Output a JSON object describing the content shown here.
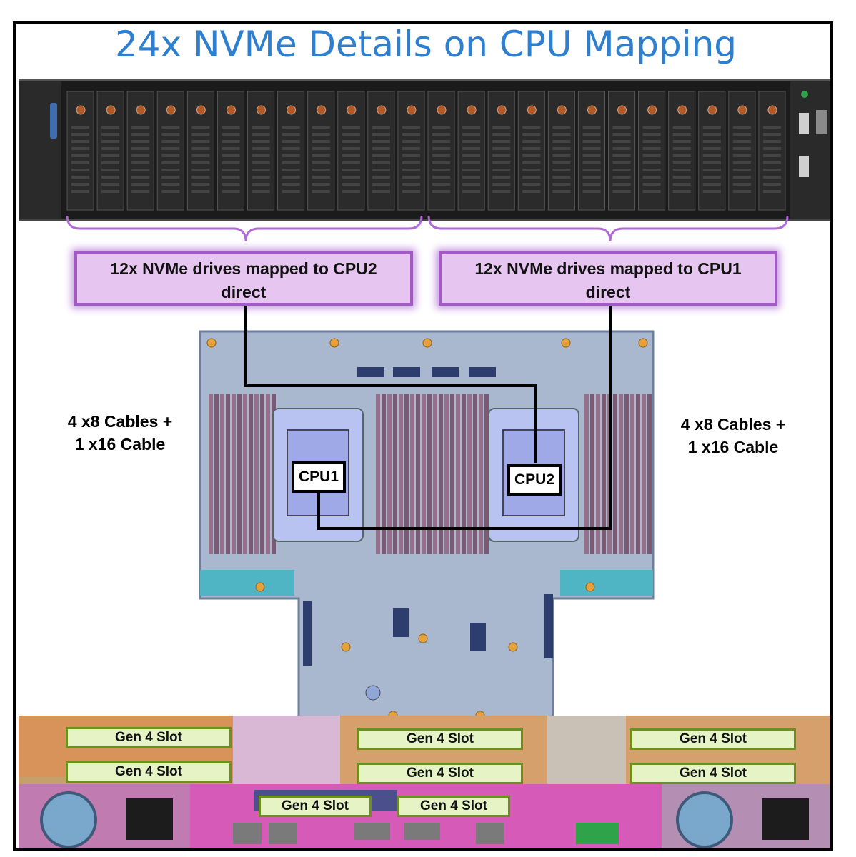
{
  "title": "24x NVMe Details on CPU Mapping",
  "mapping": {
    "left": {
      "line1": "12x NVMe drives mapped to CPU2",
      "line2": "direct"
    },
    "right": {
      "line1": "12x NVMe drives mapped to CPU1",
      "line2": "direct"
    }
  },
  "cables": {
    "left": {
      "line1": "4 x8 Cables +",
      "line2": "1 x16 Cable"
    },
    "right": {
      "line1": "4 x8 Cables +",
      "line2": "1 x16 Cable"
    }
  },
  "cpus": {
    "cpu1": "CPU1",
    "cpu2": "CPU2"
  },
  "slots": [
    "Gen 4 Slot",
    "Gen 4 Slot",
    "Gen 4 Slot",
    "Gen 4 Slot",
    "Gen 4 Slot",
    "Gen 4 Slot",
    "Gen 4 Slot",
    "Gen 4 Slot"
  ],
  "colors": {
    "title": "#2e7fd0",
    "mapping_box_fill": "#e6c6f0",
    "mapping_box_border": "#a25bc4",
    "board": "#a9b7cf",
    "slot_fill": "#e6f3c4",
    "slot_border": "#6d8f1e"
  },
  "drive_bays": 24
}
